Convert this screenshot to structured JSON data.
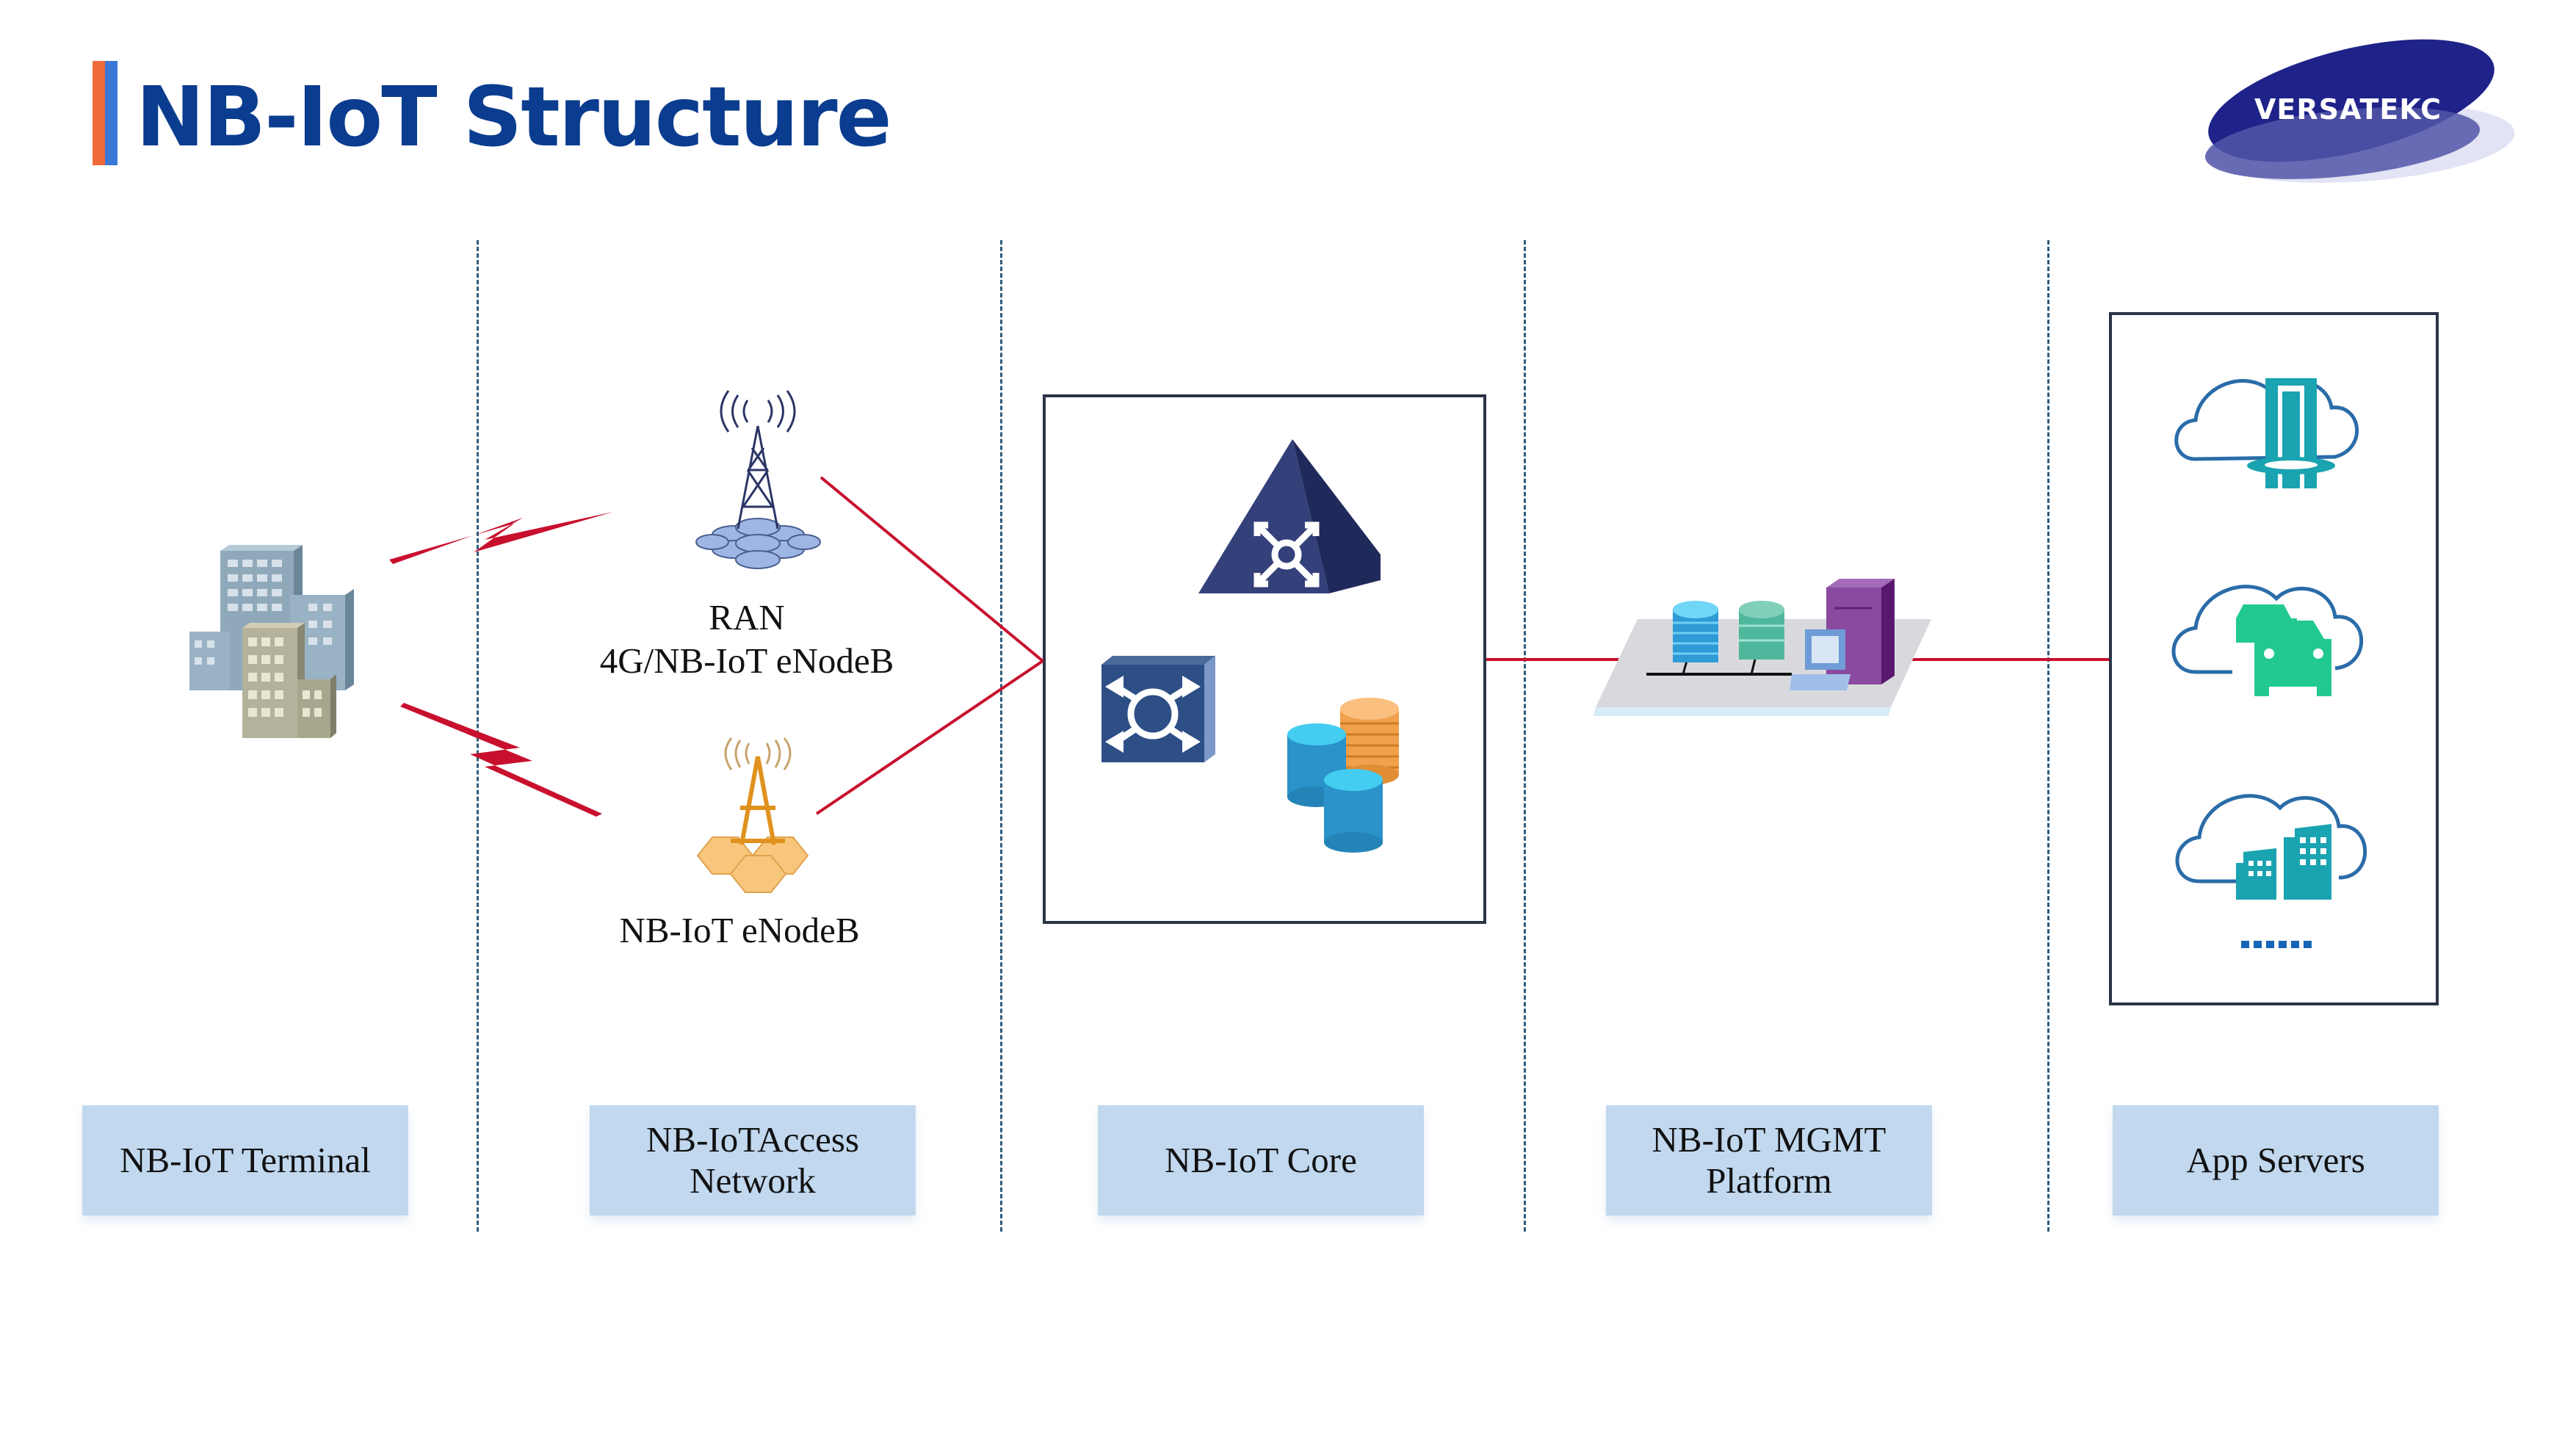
{
  "header": {
    "title": "NB-IoT Structure",
    "title_color": "#0a3c8f",
    "accent_colors": [
      "#f06b3c",
      "#3a78d6"
    ]
  },
  "logo": {
    "text": "VERSATEKC",
    "primary_color": "#1f2389",
    "secondary_color": "#5256a8",
    "reflection_color": "#e2e3f4"
  },
  "diagram": {
    "link_color": "#c8102e",
    "nodes": {
      "terminal_icon": "office-buildings-icon",
      "ran_label_line1": "RAN",
      "ran_label_line2": "4G/NB-IoT eNodeB",
      "ran_icon": "cell-tower-icon",
      "nbiot_enodeb_label": "NB-IoT eNodeB",
      "nbiot_enodeb_icon": "eiffel-tower-base-station-icon",
      "core_icons": [
        "router-pyramid-icon",
        "switch-icon",
        "database-stack-icon"
      ],
      "mgmt_icons": [
        "database-icon",
        "database-icon",
        "computer-icon",
        "server-tower-icon"
      ],
      "app_icons": [
        "cloud-data-center-icon",
        "cloud-cars-icon",
        "cloud-buildings-icon"
      ],
      "app_more": "......"
    },
    "layers": [
      {
        "label": "NB-IoT Terminal"
      },
      {
        "label": "NB-IoTAccess\nNetwork"
      },
      {
        "label": "NB-IoT Core"
      },
      {
        "label": "NB-IoT MGMT\nPlatform"
      },
      {
        "label": "App Servers"
      }
    ]
  }
}
